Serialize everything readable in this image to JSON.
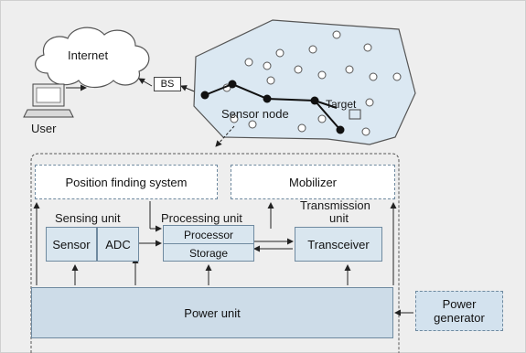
{
  "labels": {
    "internet": "Internet",
    "user": "User",
    "bs": "BS",
    "sensor_node": "Sensor node",
    "target": "Target",
    "position_finding_system": "Position finding system",
    "mobilizer": "Mobilizer",
    "sensing_unit": "Sensing unit",
    "processing_unit": "Processing unit",
    "transmission_unit_line1": "Transmission",
    "transmission_unit_line2": "unit",
    "sensor": "Sensor",
    "adc": "ADC",
    "processor": "Processor",
    "storage": "Storage",
    "transceiver": "Transceiver",
    "power_unit": "Power unit",
    "power_generator_line1": "Power",
    "power_generator_line2": "generator"
  },
  "colors": {
    "field_fill": "#dbe8f2",
    "box_fill": "#d9e6ef",
    "border": "#6f8aa0",
    "node_black": "#111111",
    "node_white": "#ffffff"
  },
  "icons": [
    "cloud-icon",
    "computer-icon"
  ]
}
